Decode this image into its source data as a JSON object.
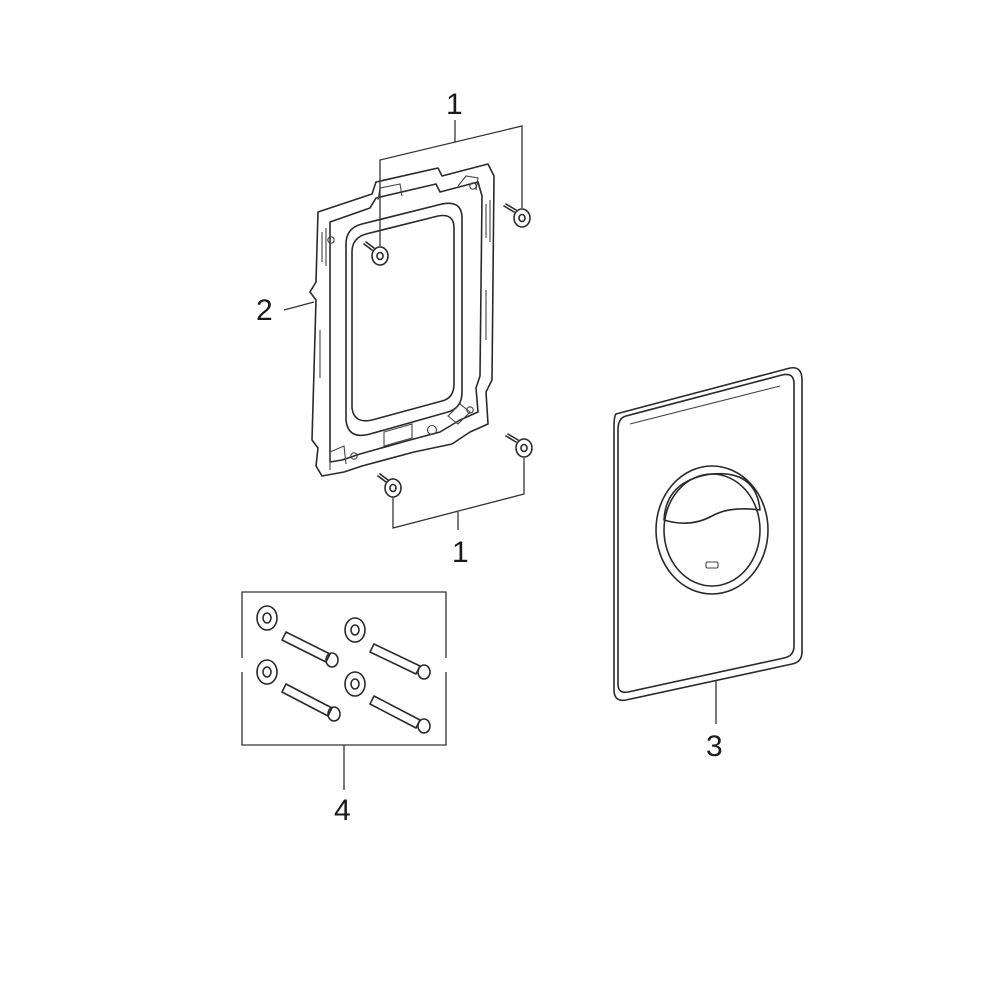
{
  "colors": {
    "line": "#2a2a2a",
    "plate_face": "#e9e9e9",
    "plate_edge": "#b4b4b4",
    "button_fill": "#cfcfcf",
    "frame_fill": "#d6d6d6"
  },
  "callouts": {
    "screws_top": "1",
    "screws_bottom": "1",
    "frame": "2",
    "cover_plate": "3",
    "fixing_set": "4"
  }
}
